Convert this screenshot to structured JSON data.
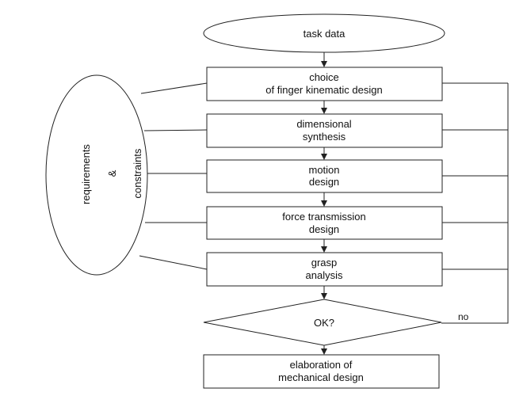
{
  "start": {
    "label": "task data"
  },
  "steps": [
    {
      "line1": "choice",
      "line2": "of finger kinematic design"
    },
    {
      "line1": "dimensional",
      "line2": "synthesis"
    },
    {
      "line1": "motion",
      "line2": "design"
    },
    {
      "line1": "force transmission",
      "line2": "design"
    },
    {
      "line1": "grasp",
      "line2": "analysis"
    }
  ],
  "decision": {
    "label": "OK?",
    "no_label": "no"
  },
  "end": {
    "line1": "elaboration of",
    "line2": "mechanical design"
  },
  "requirements": {
    "left": "requirements",
    "middle": "&",
    "right": "constraints"
  }
}
